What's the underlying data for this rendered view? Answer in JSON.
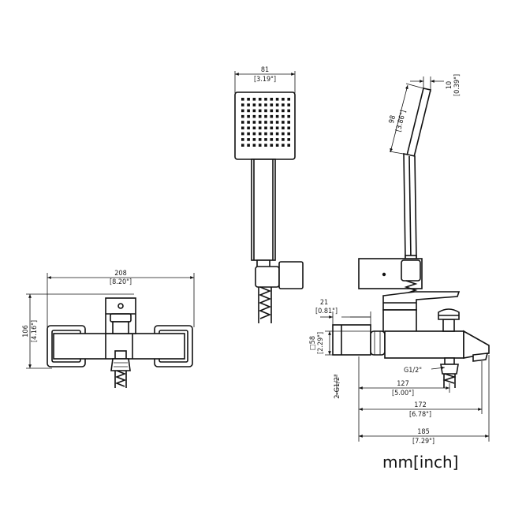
{
  "units_label": "mm[inch]",
  "dimensions": {
    "front_width": {
      "mm": "208",
      "inch": "[8.20\"]"
    },
    "front_height": {
      "mm": "106",
      "inch": "[4.16\"]"
    },
    "handshower_width": {
      "mm": "81",
      "inch": "[3.19\"]"
    },
    "side_thickness": {
      "mm": "10",
      "inch": "[0.39\"]"
    },
    "side_head_length": {
      "mm": "98",
      "inch": "[3.86\"]"
    },
    "inlet_offset": {
      "mm": "21",
      "inch": "[0.81\"]"
    },
    "body_square": {
      "mm": "□58",
      "inch": "[2.29\"]"
    },
    "inlet_thread": "2-G1/2\"",
    "outlet_thread": "G1/2\"",
    "outlet_distance": {
      "mm": "127",
      "inch": "[5.00\"]"
    },
    "spout_length": {
      "mm": "172",
      "inch": "[6.78\"]"
    },
    "total_length": {
      "mm": "185",
      "inch": "[7.29\"]"
    }
  },
  "colors": {
    "line": "#111111",
    "background": "#ffffff"
  }
}
